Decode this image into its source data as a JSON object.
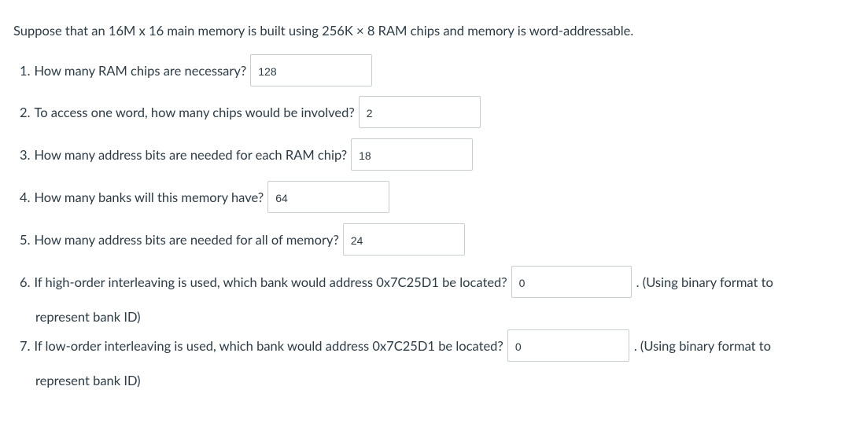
{
  "intro": "Suppose that an 16M x 16 main memory is built using 256K × 8 RAM chips and memory is word-addressable.",
  "questions": [
    {
      "num": "1.",
      "text": "How many RAM chips are necessary?",
      "answer": "128"
    },
    {
      "num": "2.",
      "text": "To access one word, how many chips would be involved?",
      "answer": "2"
    },
    {
      "num": "3.",
      "text": "How many address bits are needed for each RAM chip?",
      "answer": "18"
    },
    {
      "num": "4.",
      "text": "How many banks will this memory have?",
      "answer": "64"
    },
    {
      "num": "5.",
      "text": "How many address bits are needed for all of memory?",
      "answer": "24"
    },
    {
      "num": "6.",
      "text": "If high-order interleaving is used, which bank would address 0x7C25D1 be located?",
      "answer": "0",
      "tail": ". (Using binary format to",
      "continuation": "represent bank ID)"
    },
    {
      "num": "7.",
      "text": "If low-order interleaving is used, which bank would address 0x7C25D1 be located?",
      "answer": "0",
      "tail": ". (Using binary format to",
      "continuation": "represent bank ID)"
    }
  ]
}
